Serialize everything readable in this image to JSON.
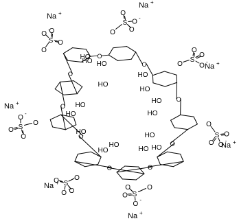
{
  "labels": {
    "na": "Na",
    "oh": "HO",
    "o": "O",
    "s": "S",
    "plus": "+",
    "minus": "-",
    "oxide": "O"
  }
}
